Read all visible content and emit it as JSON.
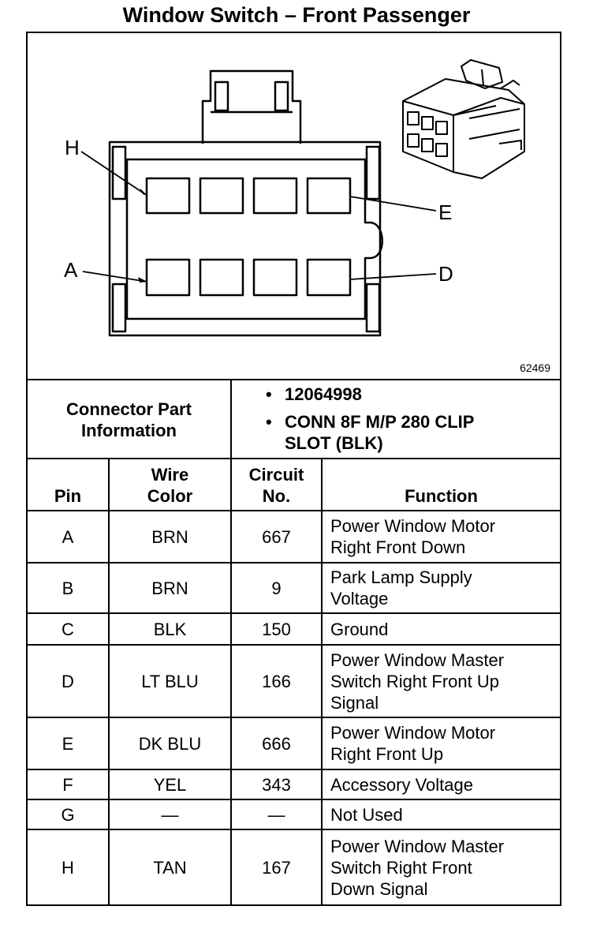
{
  "title": "Window Switch – Front Passenger",
  "figure_number": "62469",
  "pin_letters": {
    "h": "H",
    "e": "E",
    "a": "A",
    "d": "D"
  },
  "connector_info": {
    "label_line1": "Connector Part",
    "label_line2": "Information",
    "items": [
      {
        "line1": "12064998",
        "line2": ""
      },
      {
        "line1": "CONN 8F M/P 280 CLIP",
        "line2": "SLOT (BLK)"
      }
    ]
  },
  "table": {
    "headers": {
      "pin": {
        "line1": "",
        "line2": "Pin"
      },
      "wire": {
        "line1": "Wire",
        "line2": "Color"
      },
      "circuit": {
        "line1": "Circuit",
        "line2": "No."
      },
      "function": {
        "line1": "",
        "line2": "Function"
      }
    },
    "rows": [
      {
        "pin": "A",
        "wire": "BRN",
        "circuit": "667",
        "fn": [
          "Power Window Motor",
          "Right Front Down"
        ]
      },
      {
        "pin": "B",
        "wire": "BRN",
        "circuit": "9",
        "fn": [
          "Park Lamp Supply",
          "Voltage"
        ]
      },
      {
        "pin": "C",
        "wire": "BLK",
        "circuit": "150",
        "fn": [
          "Ground"
        ]
      },
      {
        "pin": "D",
        "wire": "LT BLU",
        "circuit": "166",
        "fn": [
          "Power Window Master",
          "Switch Right Front Up",
          "Signal"
        ]
      },
      {
        "pin": "E",
        "wire": "DK BLU",
        "circuit": "666",
        "fn": [
          "Power Window Motor",
          "Right Front Up"
        ]
      },
      {
        "pin": "F",
        "wire": "YEL",
        "circuit": "343",
        "fn": [
          "Accessory Voltage"
        ]
      },
      {
        "pin": "G",
        "wire": "—",
        "circuit": "—",
        "fn": [
          "Not Used"
        ]
      },
      {
        "pin": "H",
        "wire": "TAN",
        "circuit": "167",
        "fn": [
          "Power Window Master",
          "Switch Right Front",
          "Down Signal"
        ]
      }
    ]
  }
}
